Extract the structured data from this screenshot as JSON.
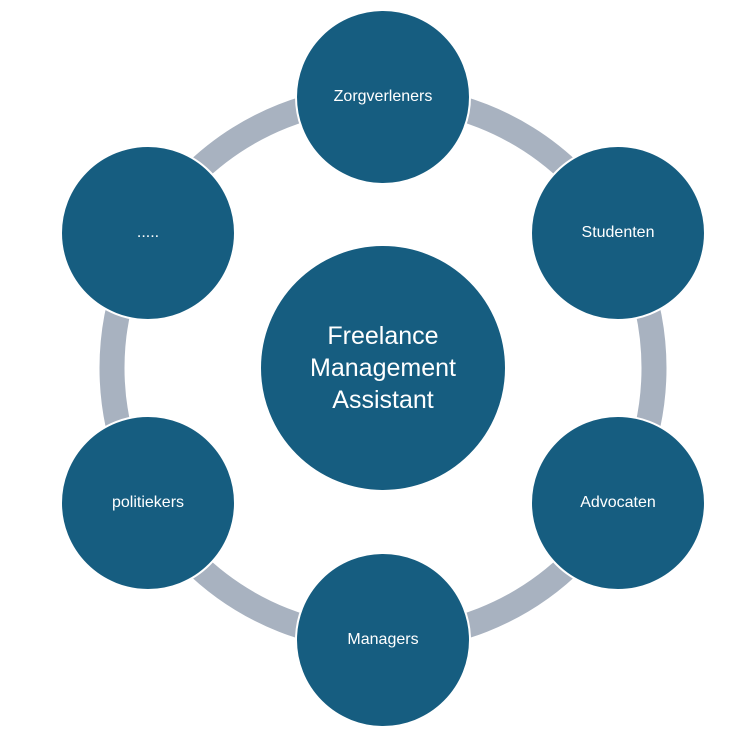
{
  "colors": {
    "node": "#165d80",
    "ring": "#a8b2c0"
  },
  "center": {
    "label_lines": [
      "Freelance",
      "Management",
      "Assistant"
    ]
  },
  "satellites": [
    {
      "label": "Zorgverleners"
    },
    {
      "label": "Studenten"
    },
    {
      "label": "Advocaten"
    },
    {
      "label": "Managers"
    },
    {
      "label": "politiekers"
    },
    {
      "label": "....."
    }
  ]
}
